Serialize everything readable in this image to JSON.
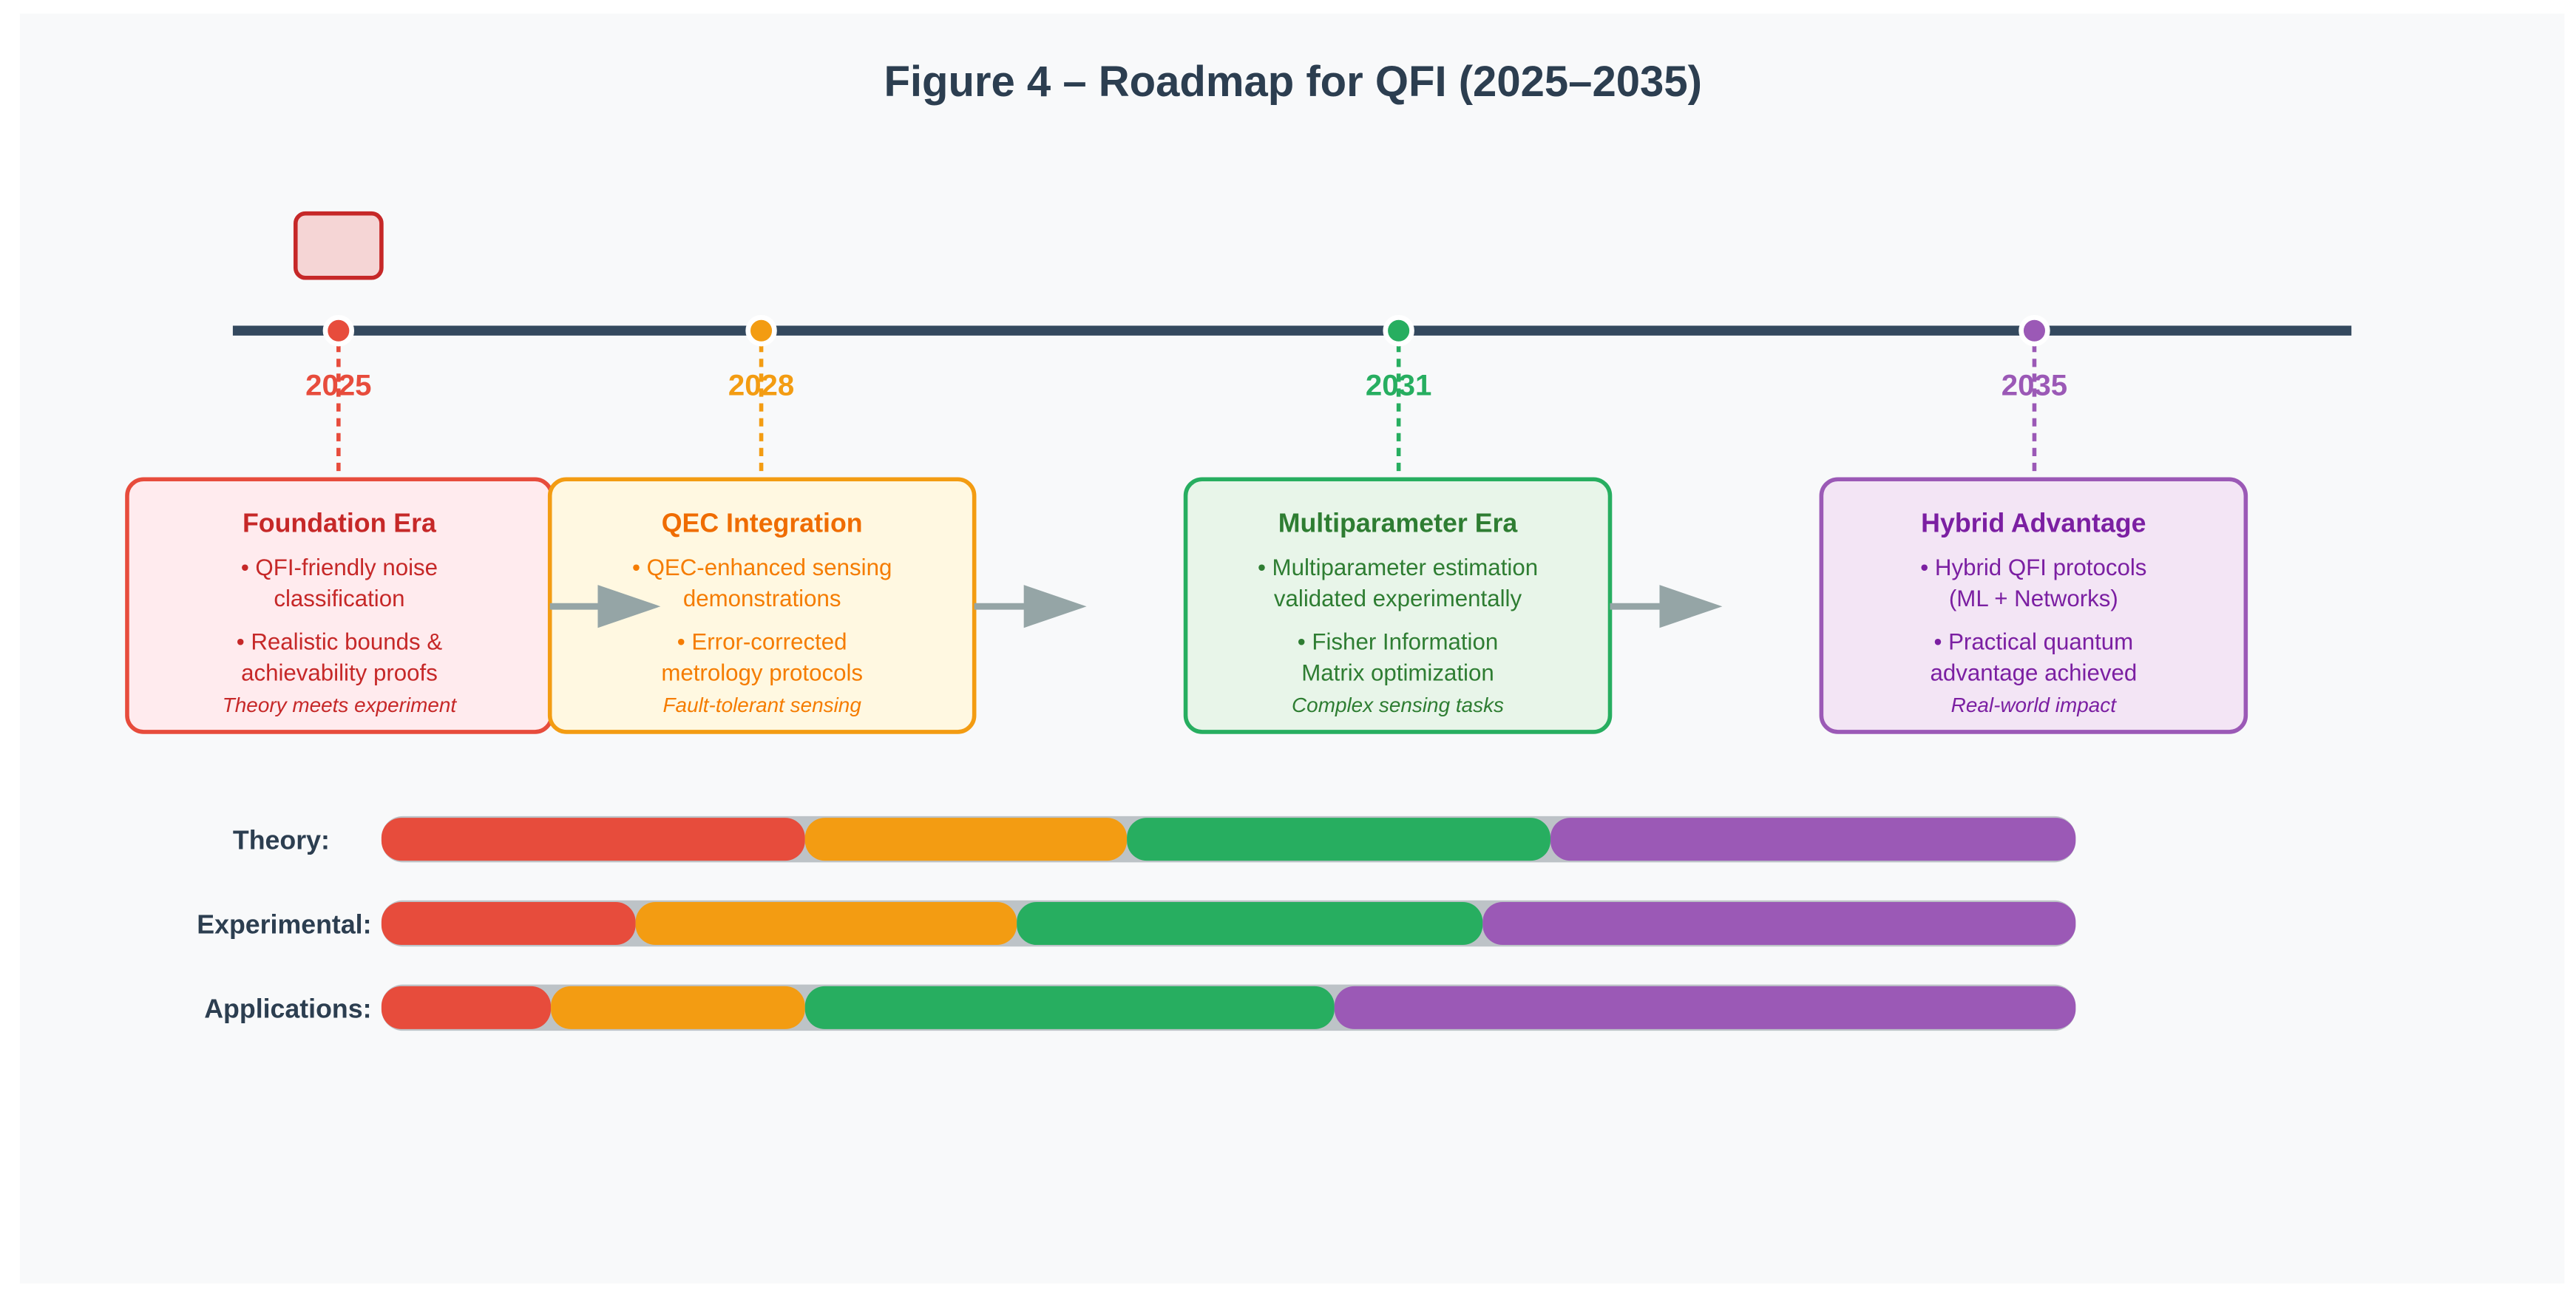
{
  "title": "Figure 4 – Roadmap for QFI (2025–2035)",
  "colors": {
    "background": "#f8f9fa",
    "axis": "#34495e",
    "arrow": "#95a5a6",
    "track": "#bdc3c7",
    "legend_box_fill": "#f5d5d5",
    "legend_box_stroke": "#c62828"
  },
  "milestones": [
    {
      "year": "2025",
      "color": "#e74c3c",
      "fill": "#ffebee",
      "text": "#c62828",
      "title_color": "#c62828",
      "title": "Foundation Era",
      "lines": [
        "• QFI-friendly noise",
        "classification",
        "• Realistic bounds &",
        "achievability proofs"
      ],
      "note": "Theory meets experiment"
    },
    {
      "year": "2028",
      "color": "#f39c12",
      "fill": "#fff8e1",
      "text": "#f57c00",
      "title_color": "#ef6c00",
      "title": "QEC Integration",
      "lines": [
        "• QEC-enhanced sensing",
        "demonstrations",
        "• Error-corrected",
        "metrology protocols"
      ],
      "note": "Fault-tolerant sensing"
    },
    {
      "year": "2031",
      "color": "#27ae60",
      "fill": "#e8f5e9",
      "text": "#2e7d32",
      "title_color": "#2e7d32",
      "title": "Multiparameter Era",
      "lines": [
        "• Multiparameter estimation",
        "validated experimentally",
        "• Fisher Information",
        "Matrix optimization"
      ],
      "note": "Complex sensing tasks"
    },
    {
      "year": "2035",
      "color": "#9b59b6",
      "fill": "#f3e5f5",
      "text": "#7b1fa2",
      "title_color": "#7b1fa2",
      "title": "Hybrid Advantage",
      "lines": [
        "• Hybrid QFI protocols",
        "(ML + Networks)",
        "• Practical quantum",
        "advantage achieved"
      ],
      "note": "Real-world impact"
    }
  ],
  "progress_rows": [
    {
      "label": "Theory:",
      "segments_percent": [
        25,
        19,
        25,
        31
      ]
    },
    {
      "label": "Experimental:",
      "segments_percent": [
        15,
        22.5,
        27.5,
        35
      ]
    },
    {
      "label": "Applications:",
      "segments_percent": [
        10,
        15,
        31.25,
        43.75
      ]
    }
  ]
}
